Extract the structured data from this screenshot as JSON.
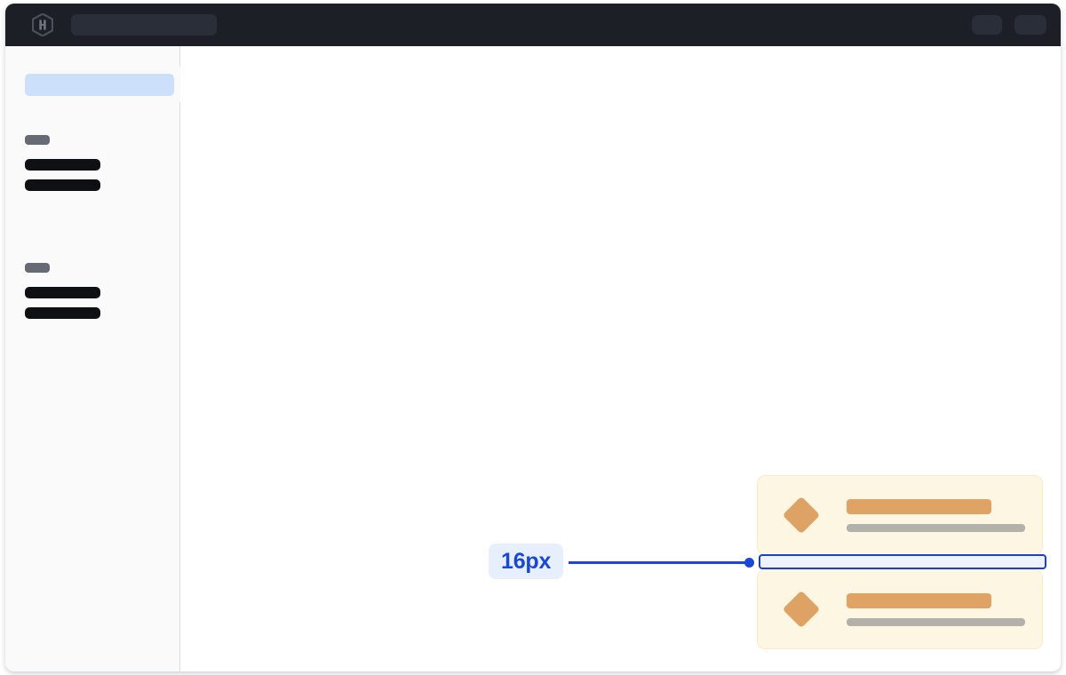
{
  "window": {
    "title": "Spacing measurement mockup"
  },
  "topbar": {
    "logo_icon": "hashicorp-hexagon-logo",
    "search_placeholder_name": "search-skeleton",
    "right_chips": [
      {
        "name": "topbar-chip-1"
      },
      {
        "name": "topbar-chip-2"
      }
    ]
  },
  "sidebar": {
    "active_item_name": "sidebar-active-item",
    "collapse_tab_name": "sidebar-collapse-toggle",
    "groups": [
      {
        "label_name": "nav-group-label-1",
        "items": [
          {
            "name": "nav-item-1-1"
          },
          {
            "name": "nav-item-1-2"
          }
        ]
      },
      {
        "label_name": "nav-group-label-2",
        "items": [
          {
            "name": "nav-item-2-1"
          },
          {
            "name": "nav-item-2-2"
          }
        ]
      }
    ]
  },
  "main": {
    "cards": [
      {
        "icon": "diamond-icon",
        "title_placeholder_name": "card-title-skeleton",
        "subtitle_placeholder_name": "card-subtitle-skeleton"
      },
      {
        "icon": "diamond-icon",
        "title_placeholder_name": "card-title-skeleton",
        "subtitle_placeholder_name": "card-subtitle-skeleton"
      }
    ]
  },
  "measurement": {
    "value": "16px",
    "property": "gap",
    "target": "vertical gap between stacked cards"
  },
  "colors": {
    "topbar_bg": "#1C1F26",
    "topbar_skeleton": "#2A2E38",
    "sidebar_bg": "#FAFAFB",
    "sidebar_border": "#DEDFE5",
    "sidebar_active": "#CCE0FB",
    "nav_label": "#656A75",
    "nav_item": "#0F1014",
    "content_bg": "#FFFFFF",
    "card_bg": "#FDF6E3",
    "card_border": "#FAEBC8",
    "card_icon": "#DDA264",
    "card_title_skeleton": "#E0A366",
    "card_subtitle_skeleton": "#B3B1A9",
    "measure_stroke": "#1B3FCC",
    "measure_fill": "#EDF2FE",
    "measure_accent": "#1B47D6",
    "measure_label_bg": "#E8EFFC"
  }
}
